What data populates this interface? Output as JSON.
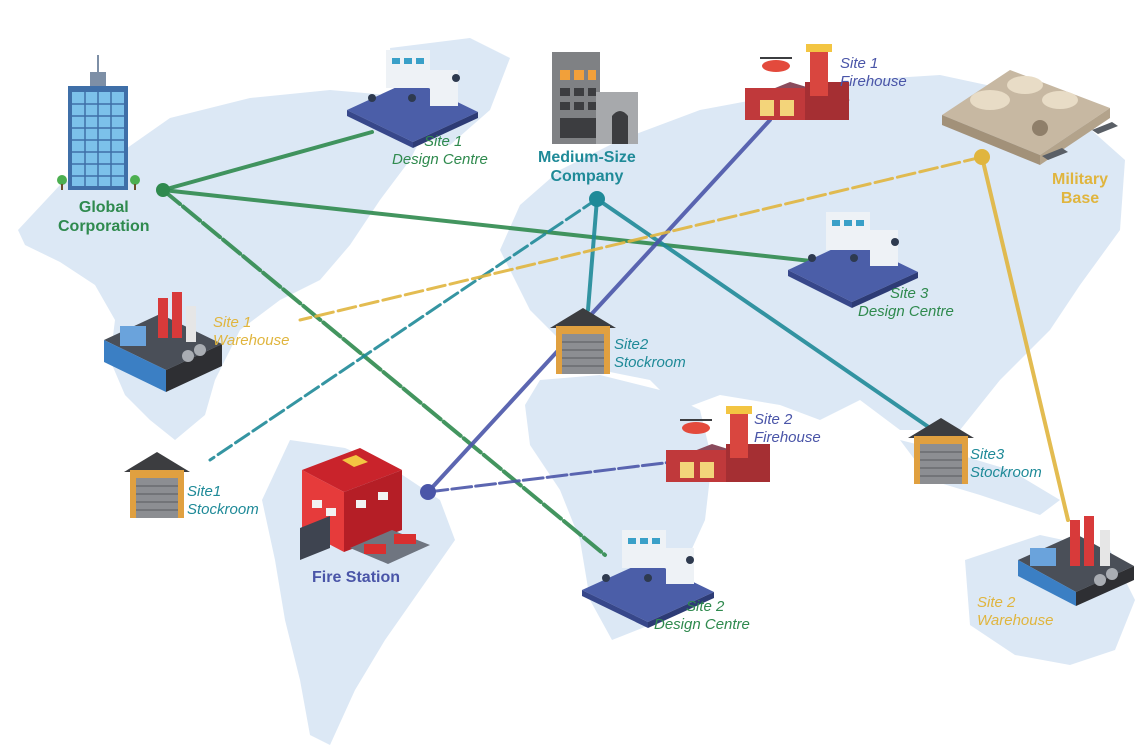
{
  "colors": {
    "map": "#dce8f5",
    "global": "#2f8a4e",
    "medium": "#1f8a98",
    "fire": "#4a55a8",
    "military": "#e0b53e"
  },
  "hubs": {
    "global": {
      "line1": "Global",
      "line2": "Corporation",
      "icon": "office-tower-icon"
    },
    "medium": {
      "line1": "Medium-Size",
      "line2": "Company",
      "icon": "office-building-icon"
    },
    "fire": {
      "line1": "Fire Station",
      "icon": "fire-station-icon"
    },
    "military": {
      "line1": "Military",
      "line2": "Base",
      "icon": "military-base-icon"
    }
  },
  "sites": {
    "design1": {
      "line1": "Site 1",
      "line2": "Design Centre",
      "icon": "design-centre-icon"
    },
    "design2": {
      "line1": "Site 2",
      "line2": "Design Centre",
      "icon": "design-centre-icon"
    },
    "design3": {
      "line1": "Site 3",
      "line2": "Design Centre",
      "icon": "design-centre-icon"
    },
    "firehouse1": {
      "line1": "Site 1",
      "line2": "Firehouse",
      "icon": "firehouse-icon"
    },
    "firehouse2": {
      "line1": "Site 2",
      "line2": "Firehouse",
      "icon": "firehouse-icon"
    },
    "warehouse1": {
      "line1": "Site 1",
      "line2": "Warehouse",
      "icon": "warehouse-icon"
    },
    "warehouse2": {
      "line1": "Site 2",
      "line2": "Warehouse",
      "icon": "warehouse-icon"
    },
    "stockroom1": {
      "line1": "Site1",
      "line2": "Stockroom",
      "icon": "stockroom-icon"
    },
    "stockroom2": {
      "line1": "Site2",
      "line2": "Stockroom",
      "icon": "stockroom-icon"
    },
    "stockroom3": {
      "line1": "Site3",
      "line2": "Stockroom",
      "icon": "stockroom-icon"
    }
  },
  "connections": [
    {
      "from": "Global Corporation",
      "to": "Site 1 Design Centre"
    },
    {
      "from": "Global Corporation",
      "to": "Site 2 Design Centre"
    },
    {
      "from": "Global Corporation",
      "to": "Site 3 Design Centre"
    },
    {
      "from": "Medium-Size Company",
      "to": "Site1 Stockroom"
    },
    {
      "from": "Medium-Size Company",
      "to": "Site2 Stockroom"
    },
    {
      "from": "Medium-Size Company",
      "to": "Site3 Stockroom"
    },
    {
      "from": "Fire Station",
      "to": "Site 1 Firehouse"
    },
    {
      "from": "Fire Station",
      "to": "Site 2 Firehouse"
    },
    {
      "from": "Military Base",
      "to": "Site 1 Warehouse"
    },
    {
      "from": "Military Base",
      "to": "Site 2 Warehouse"
    }
  ]
}
